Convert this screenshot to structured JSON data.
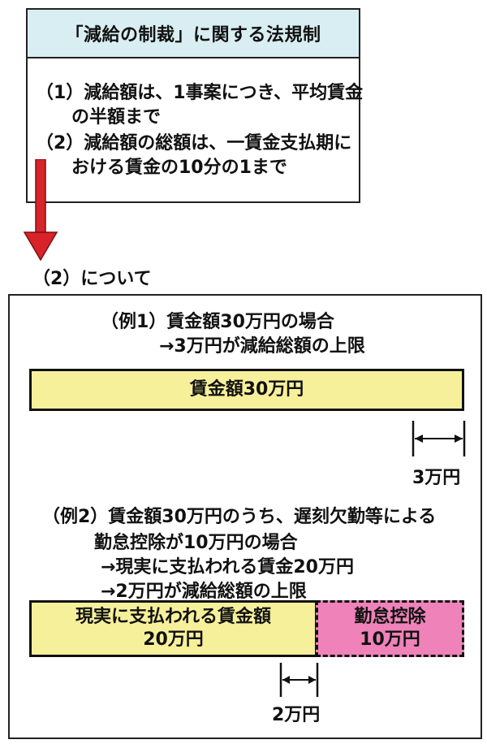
{
  "law": {
    "title": "「減給の制裁」に関する法規制",
    "item1_line1": "（1）減給額は、1事案につき、平均賃金",
    "item1_line2": "　　の半額まで",
    "item2_line1": "（2）減給額の総額は、一賃金支払期に",
    "item2_line2": "　　おける賃金の10分の1まで"
  },
  "about_label": "（2）について",
  "example1": {
    "line1": "（例1）賃金額30万円の場合",
    "line2": "→3万円が減給総額の上限",
    "bar_label": "賃金額30万円",
    "measure_label": "3万円"
  },
  "example2": {
    "line1": "（例2）賃金額30万円のうち、遅刻欠勤等による",
    "line2": "勤怠控除が10万円の場合",
    "line3": "→現実に支払われる賃金20万円",
    "line4": "→2万円が減給総額の上限",
    "bar_main_line1": "現実に支払われる賃金額",
    "bar_main_line2": "20万円",
    "bar_deduct_line1": "勤怠控除",
    "bar_deduct_line2": "10万円",
    "measure_label": "2万円"
  },
  "colors": {
    "bar_yellow": "#f7f09b",
    "deduction_pink": "#ee82b9",
    "header_blue": "#d9eef2",
    "arrow_red": "#d9232a"
  }
}
